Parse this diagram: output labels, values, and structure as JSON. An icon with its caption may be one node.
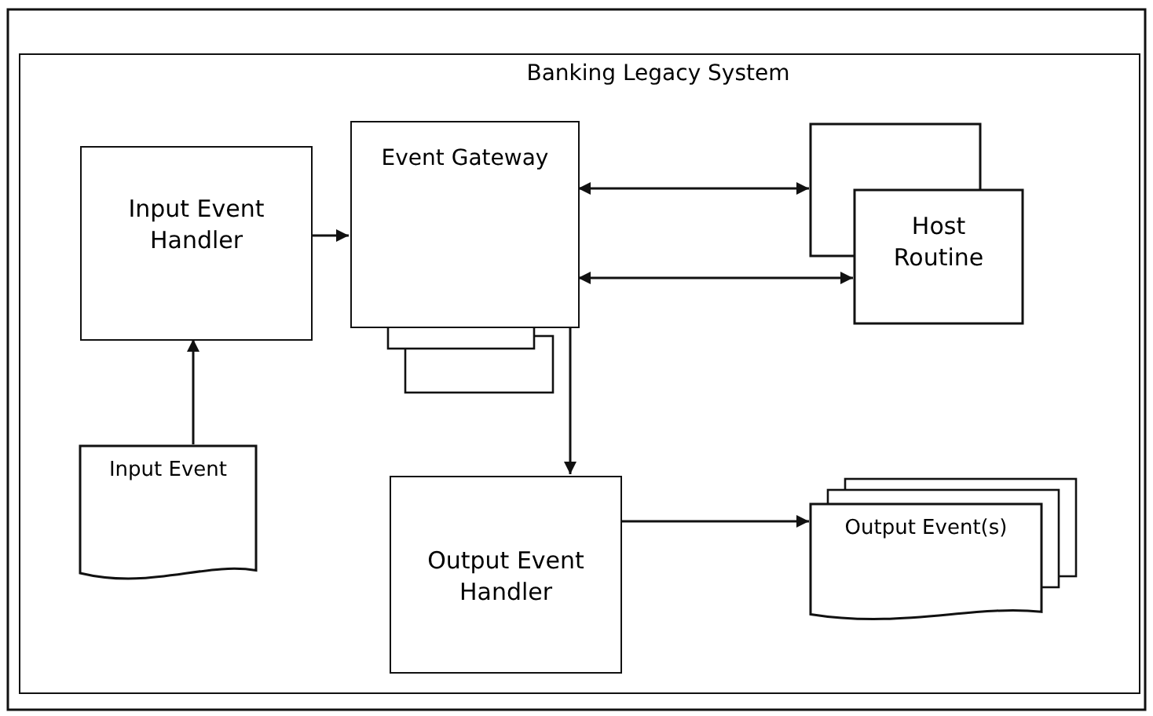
{
  "diagram": {
    "nodes": [
      {
        "text": [
          "Banking Legacy System"
        ]
      },
      {
        "text": [
          "Input Event Handler"
        ],
        "in": 0
      },
      {
        "text": [
          "Event Gateway"
        ],
        "in": 0
      },
      {
        "text": [
          "Host Routine"
        ],
        "in": 0
      },
      {
        "text": [
          "Input Event"
        ],
        "in": 0
      },
      {
        "text": [
          "Output Event Handler"
        ],
        "in": 0
      },
      {
        "text": [
          "Output Event(s)"
        ],
        "in": 0
      }
    ],
    "edges": [
      {
        "from": 4,
        "to": 1,
        "arrow": "to"
      },
      {
        "from": 1,
        "to": 2,
        "arrow": "to"
      },
      {
        "from": 2,
        "to": 3,
        "arrow": "both"
      },
      {
        "from": 2,
        "to": 3,
        "arrow": "both"
      },
      {
        "from": 2,
        "to": 5,
        "arrow": "to"
      },
      {
        "from": 5,
        "to": 6,
        "arrow": "to"
      }
    ]
  }
}
